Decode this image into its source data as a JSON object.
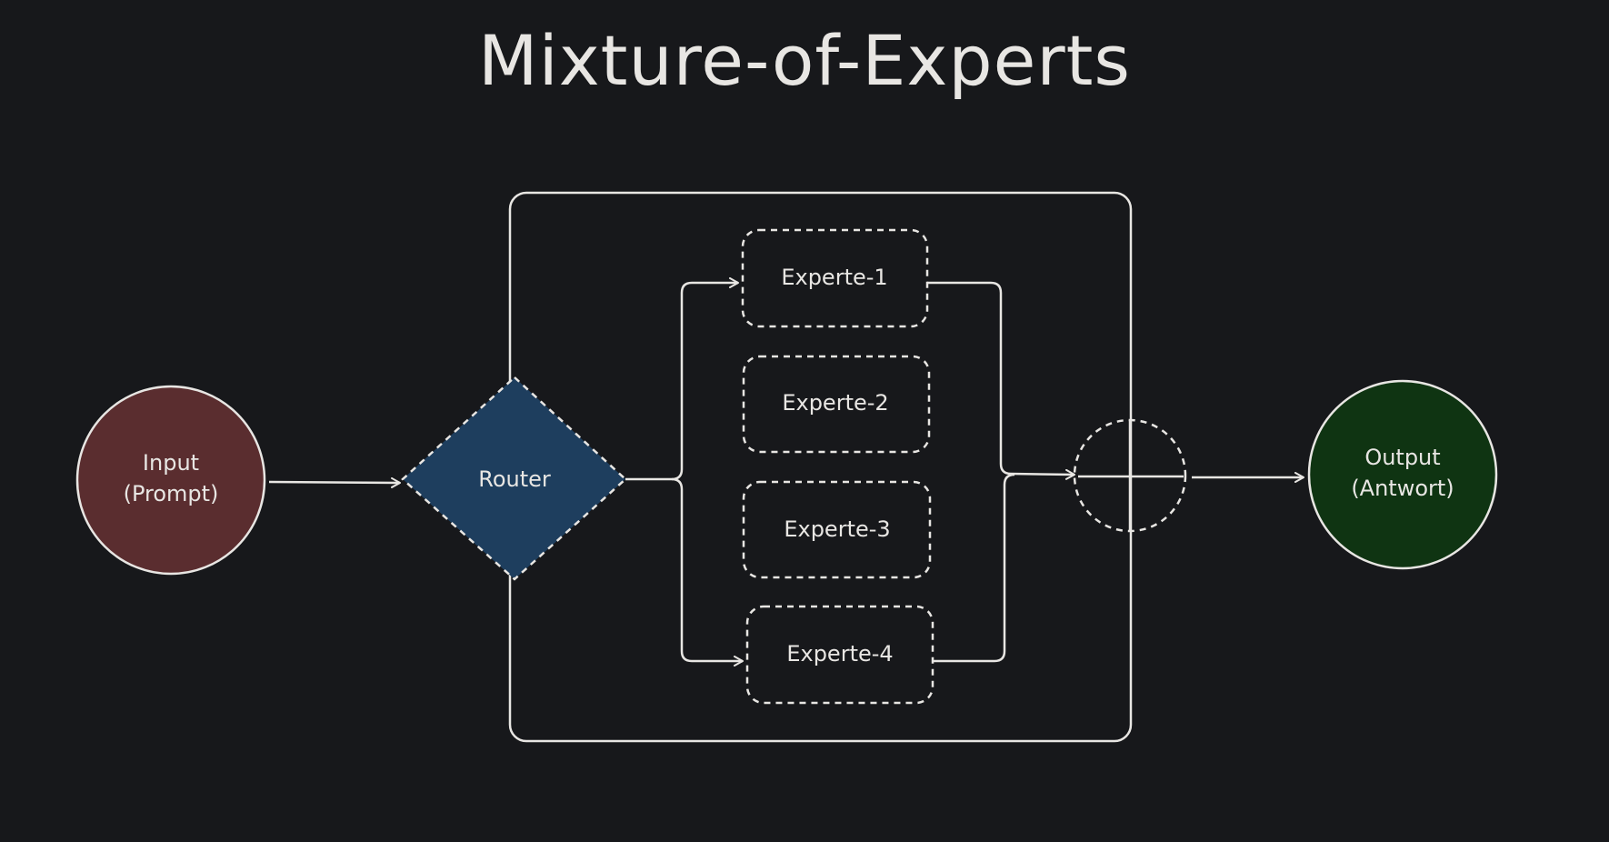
{
  "title": "Mixture-of-Experts",
  "nodes": {
    "input": {
      "line1": "Input",
      "line2": "(Prompt)"
    },
    "router": {
      "label": "Router"
    },
    "experts": [
      "Experte-1",
      "Experte-2",
      "Experte-3",
      "Experte-4"
    ],
    "output": {
      "line1": "Output",
      "line2": "(Antwort)"
    }
  },
  "colors": {
    "background": "#17181b",
    "stroke": "#e8e6e3",
    "input_fill": "#5a2d2f",
    "router_fill": "#1e3e5e",
    "output_fill": "#0f3412"
  }
}
